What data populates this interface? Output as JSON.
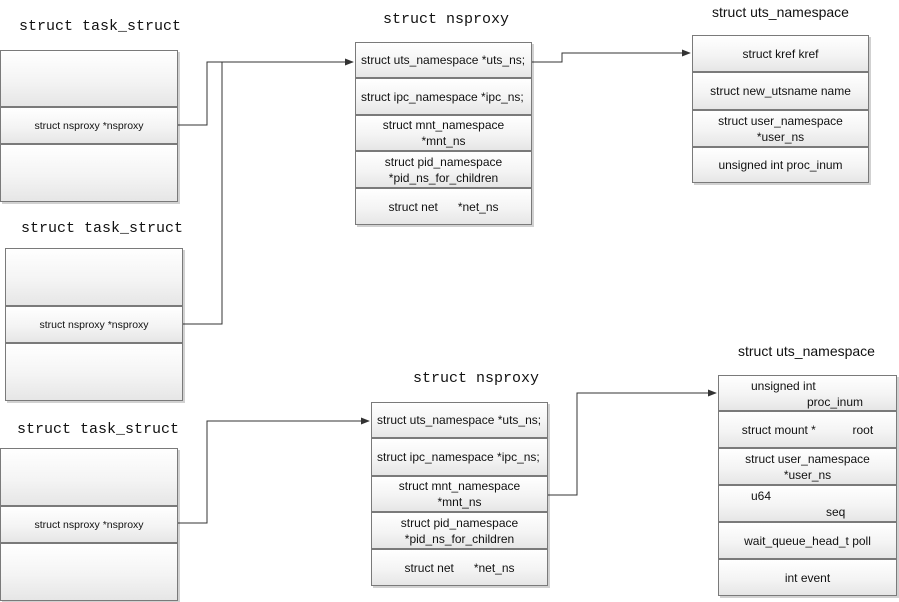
{
  "task_structs": [
    {
      "title": "struct task_struct",
      "field": "struct nsproxy *nsproxy"
    },
    {
      "title": "struct task_struct",
      "field": "struct nsproxy *nsproxy"
    },
    {
      "title": "struct task_struct",
      "field": "struct nsproxy *nsproxy"
    }
  ],
  "nsproxy_top": {
    "title": "struct nsproxy",
    "fields": [
      "struct uts_namespace *uts_ns;",
      "struct ipc_namespace *ipc_ns;",
      [
        "struct mnt_namespace",
        "*mnt_ns"
      ],
      [
        "struct pid_namespace",
        "*pid_ns_for_children"
      ],
      "struct net      *net_ns"
    ]
  },
  "nsproxy_bottom": {
    "title": "struct nsproxy",
    "fields": [
      "struct uts_namespace *uts_ns;",
      "struct ipc_namespace *ipc_ns;",
      [
        "struct mnt_namespace",
        "*mnt_ns"
      ],
      [
        "struct pid_namespace",
        "*pid_ns_for_children"
      ],
      "struct net      *net_ns"
    ]
  },
  "uts_top": {
    "title": "struct uts_namespace",
    "fields": [
      "struct kref kref",
      "struct new_utsname name",
      [
        "struct user_namespace",
        "*user_ns"
      ],
      "unsigned int proc_inum"
    ]
  },
  "uts_bottom": {
    "title": "struct uts_namespace",
    "fields": [
      [
        "unsigned int",
        "proc_inum"
      ],
      "struct mount *           root",
      [
        "struct user_namespace",
        "*user_ns"
      ],
      [
        "u64",
        "seq"
      ],
      "wait_queue_head_t poll",
      "int event"
    ]
  }
}
